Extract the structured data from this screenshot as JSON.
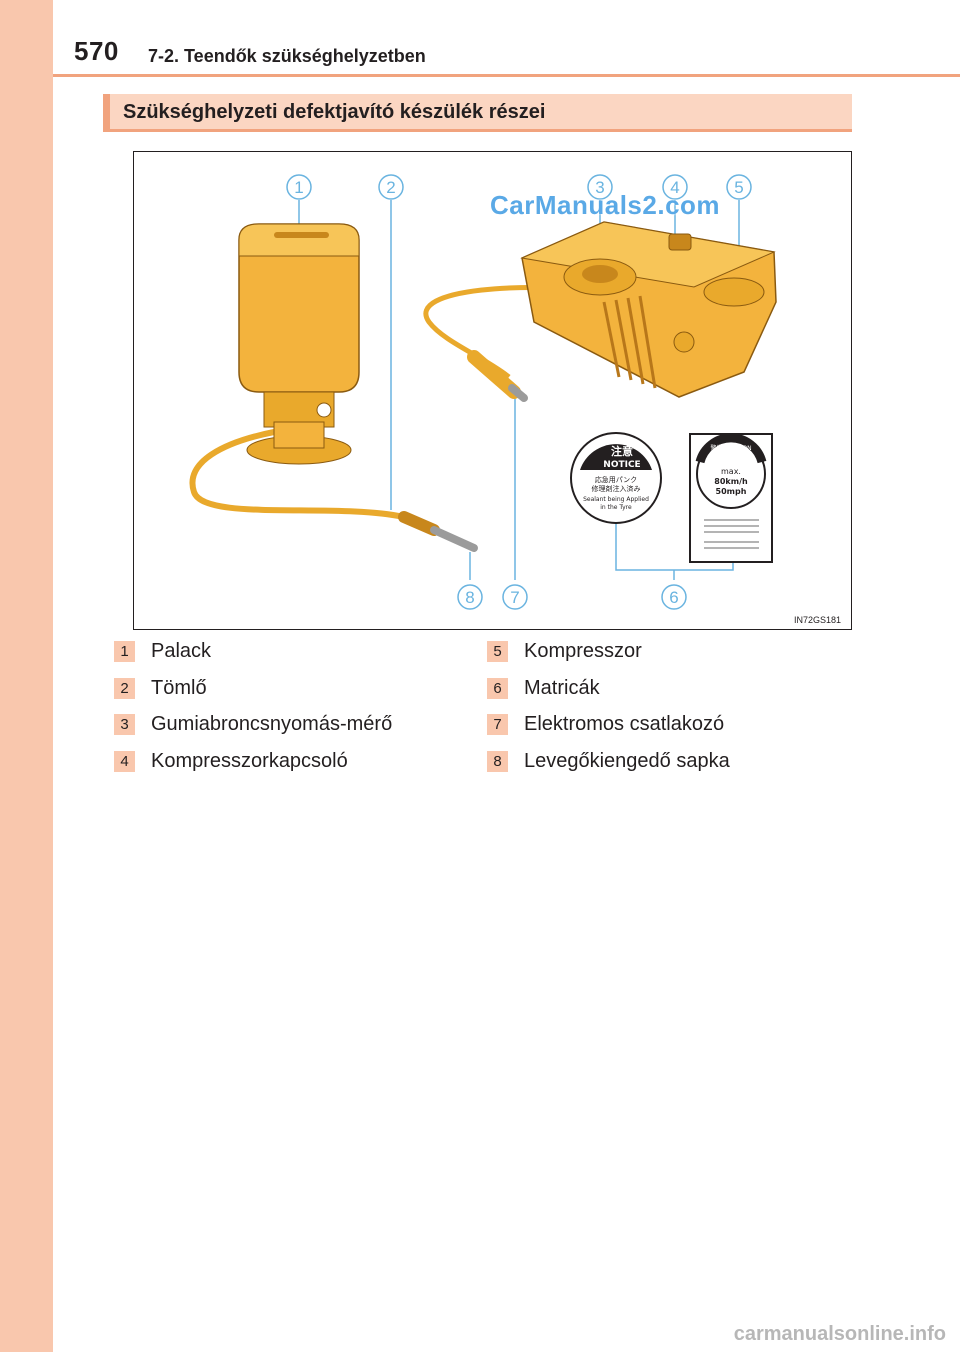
{
  "header": {
    "page_number": "570",
    "section_path": "7-2. Teendők szükséghelyzetben"
  },
  "section": {
    "title": "Szükséghelyzeti defektjavító készülék részei"
  },
  "figure": {
    "callouts": [
      "1",
      "2",
      "3",
      "4",
      "5",
      "8",
      "7",
      "6"
    ],
    "watermark": "CarManuals2.com",
    "figure_code": "IN72GS181",
    "notice_sticker": {
      "kanji": "注意",
      "label": "NOTICE",
      "line1": "応急用パンク",
      "line2": "修理剤注入済み",
      "line3": "Sealant being Applied",
      "line4": "in the Tyre"
    },
    "caution_sticker": {
      "label": "警告/CAUTION",
      "speed_line1": "max.",
      "speed_line2": "80km/h",
      "speed_line3": "50mph"
    }
  },
  "legend": [
    {
      "num": "1",
      "label": "Palack"
    },
    {
      "num": "2",
      "label": "Tömlő"
    },
    {
      "num": "3",
      "label": "Gumiabroncsnyomás-mérő"
    },
    {
      "num": "4",
      "label": "Kompresszorkapcsoló"
    },
    {
      "num": "5",
      "label": "Kompresszor"
    },
    {
      "num": "6",
      "label": "Matricák"
    },
    {
      "num": "7",
      "label": "Elektromos csatlakozó"
    },
    {
      "num": "8",
      "label": "Levegőkiengedő sapka"
    }
  ],
  "footer": {
    "watermark": "carmanualsonline.info"
  },
  "colors": {
    "accent": "#f1a37e",
    "band": "#f9c7ad",
    "product": "#f3b33d",
    "line": "#6ab4e0"
  }
}
